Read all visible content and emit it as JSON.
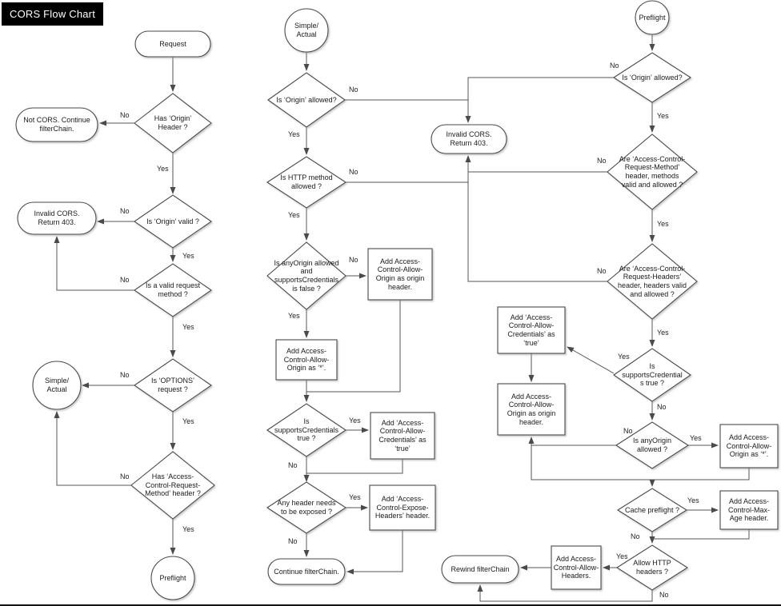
{
  "title": "CORS Flow Chart",
  "labels": {
    "yes": "Yes",
    "no": "No"
  },
  "colors": {
    "title_bg": "#000000",
    "title_text": "#ffffff",
    "shape_fill": "#ffffff",
    "shape_border": "#4a4a4a",
    "connector": "#555555"
  },
  "nodes": {
    "request": "Request",
    "has_origin_header": "Has ‘Origin’ Header ?",
    "not_cors": "Not CORS. Continue filterChain.",
    "is_origin_valid": "Is ‘Origin’ valid ?",
    "invalid_cors_1": "Invalid CORS. Return 403.",
    "is_valid_request_method": "Is a valid request method ?",
    "is_options_request": "Is ‘OPTIONS’ request ?",
    "simple_actual_1": "Simple/ Actual",
    "has_acrm_header": "Has ‘Access-Control-Request-Method’ header ?",
    "preflight_1": "Preflight",
    "simple_actual_2": "Simple/ Actual",
    "is_origin_allowed_1": "Is ‘Origin’ allowed?",
    "invalid_cors_2": "Invalid CORS. Return 403.",
    "is_http_method_allowed": "Is HTTP method allowed ?",
    "is_anyorigin_and_credfalse": "Is anyOrigin allowed and supportsCredentials is false ?",
    "add_acao_origin_1": "Add Access-Control-Allow-Origin as origin header.",
    "add_acao_star_1": "Add Access-Control-Allow-Origin as ‘*’.",
    "is_supports_cred_1": "Is supportsCredentials true ?",
    "add_acac_true_1": "Add ‘Access-Control-Allow-Credentials’ as ‘true’",
    "any_header_exposed": "Any header needs to be exposed ?",
    "add_aceh": "Add ‘Access-Control-Expose-Headers’ header.",
    "continue_filterchain": "Continue filterChain.",
    "preflight_2": "Preflight",
    "is_origin_allowed_2": "Is ‘Origin’ allowed?",
    "are_acrm_allowed": "Are ‘Access-Control-Request-Method’ header, methods valid and allowed ?",
    "are_acrh_allowed": "Are ‘Access-Control-Request-Headers’ header, headers valid and allowed ?",
    "is_supports_cred_2": "Is supportsCredentials true ?",
    "add_acac_true_2": "Add ‘Access-Control-Allow-Credentials’ as ‘true’",
    "add_acao_origin_2": "Add Access-Control-Allow-Origin as origin header.",
    "is_anyorigin_allowed": "Is anyOrigin allowed ?",
    "add_acao_star_2": "Add Access-Control-Allow-Origin as ‘*’.",
    "cache_preflight": "Cache preflight ?",
    "add_max_age": "Add Access-Control-Max-Age header.",
    "allow_http_headers": "Allow HTTP headers ?",
    "add_acah": "Add Access-Control-Allow-Headers.",
    "rewind_filterchain": "Rewind filterChain"
  }
}
